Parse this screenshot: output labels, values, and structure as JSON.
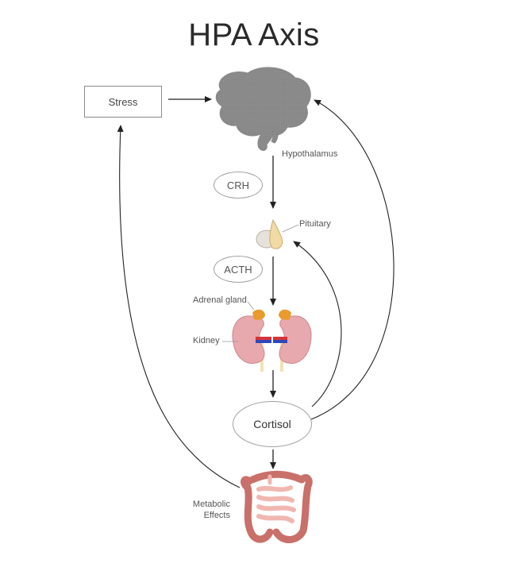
{
  "title": "HPA Axis",
  "nodes": {
    "stress": "Stress",
    "crh": "CRH",
    "acth": "ACTH",
    "cortisol": "Cortisol"
  },
  "labels": {
    "hypothalamus": "Hypothalamus",
    "pituitary": "Pituitary",
    "adrenal_gland": "Adrenal gland",
    "kidney": "Kidney",
    "metabolic_effects": "Metabolic Effects"
  },
  "colors": {
    "brain": "#8f8f8f",
    "pituitary_front": "#f3d9a4",
    "pituitary_back": "#e6e1da",
    "kidney": "#e7a9ad",
    "adrenal": "#e99b2e",
    "vessel_red": "#d6343a",
    "vessel_blue": "#2f48b8",
    "ureter": "#f3e2b8",
    "intestine": "#c9706a",
    "intestine_light": "#f0b7b0"
  }
}
